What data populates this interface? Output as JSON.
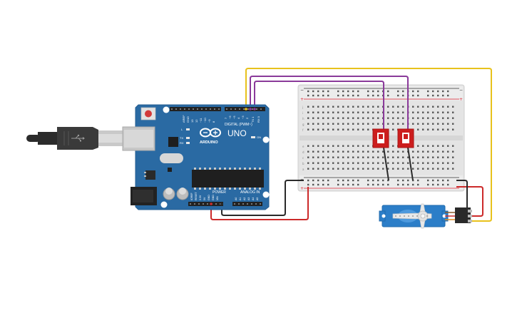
{
  "circuit": {
    "board": {
      "brand": "ARDUINO",
      "model": "UNO",
      "digital_header_label": "DIGITAL (PWM~)",
      "power_label": "POWER",
      "analog_label": "ANALOG IN",
      "tx_label": "TX",
      "rx_label": "RX",
      "l_label": "L",
      "on_label": "ON",
      "top_pins": [
        "AREF",
        "GND",
        "13",
        "12",
        "~11",
        "~10",
        "~9",
        "8",
        "7",
        "~6",
        "~5",
        "4",
        "~3",
        "2",
        "TX 1",
        "RX 0"
      ],
      "power_pins": [
        "IOREF",
        "RESET",
        "3.3V",
        "5V",
        "GND",
        "GND",
        "VIN"
      ],
      "analog_pins": [
        "A0",
        "A1",
        "A2",
        "A3",
        "A4",
        "A5"
      ]
    },
    "breadboard": {
      "plus_sign": "+",
      "minus_sign": "−",
      "row_letters_top": [
        "j",
        "i",
        "h",
        "g",
        "f"
      ],
      "row_letters_bottom": [
        "e",
        "d",
        "c",
        "b",
        "a"
      ],
      "columns": 30
    },
    "components": {
      "switches": 2,
      "servo": 1
    },
    "colors": {
      "board": "#2a6aa3",
      "wire_yellow": "#e8c21c",
      "wire_purple": "#8a3a9a",
      "wire_red": "#cc2a2a",
      "wire_black": "#2a2a2a",
      "switch": "#cc1d1d",
      "servo": "#2c7ec8"
    }
  }
}
